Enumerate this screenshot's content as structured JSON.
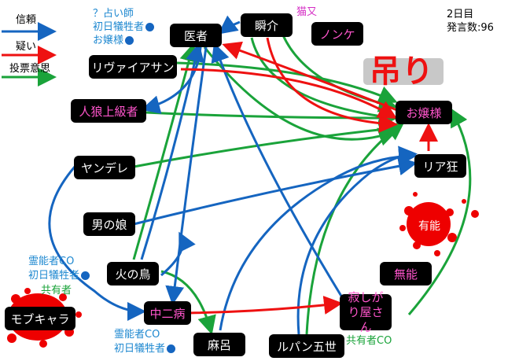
{
  "legend": {
    "trust": "信頼",
    "doubt": "疑い",
    "vote": "投票意思"
  },
  "info": {
    "day": "2日目",
    "count": "発言数:96"
  },
  "hang_label": "吊り",
  "nodes": {
    "doctor": "医者",
    "shunsuke": "瞬介",
    "nonke": "ノンケ",
    "rivaia": "リヴァイアサン",
    "jinro": "人狼上級者",
    "ojosama": "お嬢様",
    "yandere": "ヤンデレ",
    "riakyo": "リア狂",
    "otokonoko": "男の娘",
    "hinotori": "火の鳥",
    "munou": "無能",
    "chuni": "中二病",
    "sabishi": "寂しがり屋さん",
    "maro": "麻呂",
    "lupin": "ルパン五世",
    "mobu": "モブキャラ"
  },
  "labels": {
    "doc_1": "？占い師",
    "doc_2": "初日犠牲者",
    "doc_3": "お嬢様",
    "nekomata": "猫又",
    "reino_1": "霊能者CO",
    "reino_2": "初日犠牲者",
    "kyoyu_1": "共有者",
    "maro_1": "霊能者CO",
    "maro_2": "初日犠牲者",
    "kyoyu_co": "共有者CO",
    "yuno": "有能"
  },
  "colors": {
    "trust": "#1565c0",
    "doubt": "#ee1111",
    "vote": "#1aa33a"
  }
}
